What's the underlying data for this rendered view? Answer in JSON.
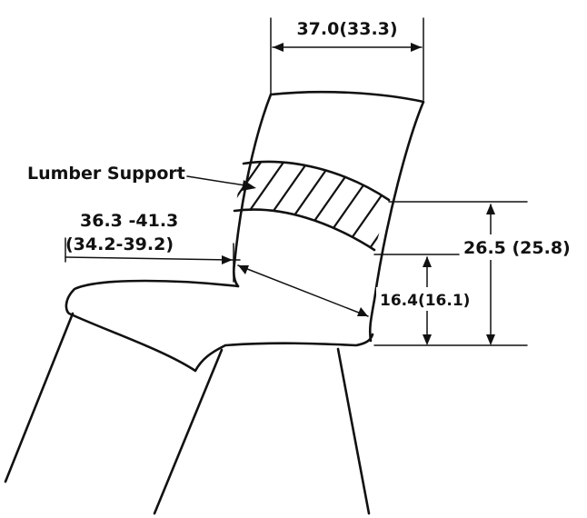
{
  "labels": {
    "backrest_width": "37.0(33.3)",
    "lumbar_support": "Lumber Support",
    "seat_depth_line1": "36.3 -41.3",
    "seat_depth_line2": "(34.2-39.2)",
    "back_height": "26.5 (25.8)",
    "lumbar_height": "16.4(16.1)"
  },
  "colors": {
    "ink": "#111111",
    "background": "#ffffff"
  }
}
